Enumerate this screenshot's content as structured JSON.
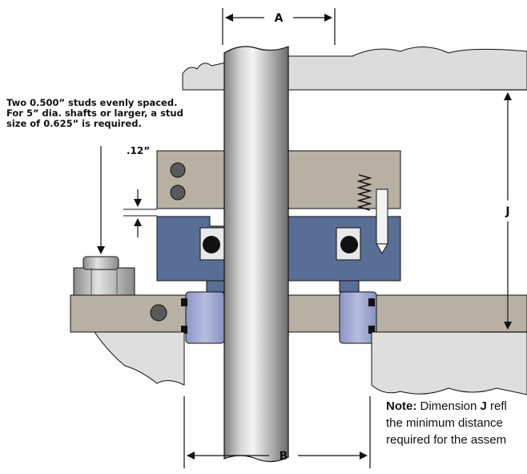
{
  "diagram": {
    "callout": {
      "line1": "Two 0.500” studs evenly spaced.",
      "line2": "For 5” dia. shafts or larger, a stud",
      "line3": "size of 0.625” is required."
    },
    "gap_label": ".12”",
    "dimensions": {
      "a": "A",
      "b": "B",
      "j": "J"
    },
    "note": {
      "prefix": "Note:",
      "text1": " Dimension ",
      "j": "J",
      "text1_end": " refl",
      "line2": "the minimum distance",
      "line3": "required for the assem"
    }
  }
}
